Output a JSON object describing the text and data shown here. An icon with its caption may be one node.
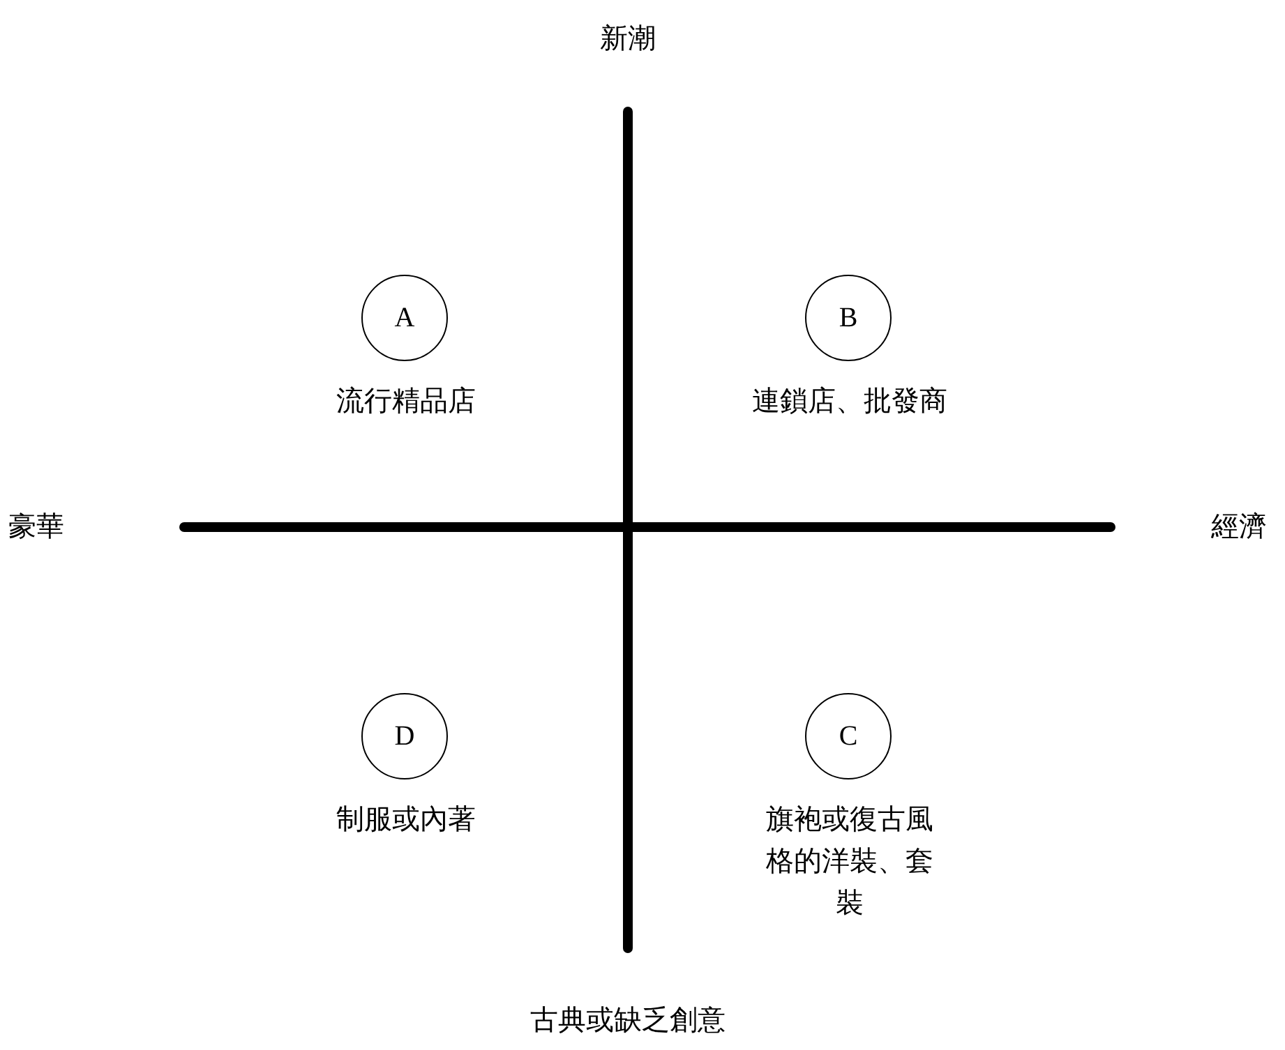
{
  "diagram": {
    "nodes": [
      {
        "text": [
          "A"
        ],
        "beside": [
          "流行精品店"
        ]
      },
      {
        "text": [
          "B"
        ],
        "beside": [
          "連鎖店、批發商"
        ]
      },
      {
        "text": [
          "D"
        ],
        "beside": [
          "制服或內著"
        ]
      },
      {
        "text": [
          "C"
        ],
        "beside": [
          "旗袍或復古風格的洋裝、套裝"
        ]
      }
    ],
    "labels": [
      "新潮",
      "豪華",
      "經濟",
      "古典或缺乏創意"
    ]
  }
}
